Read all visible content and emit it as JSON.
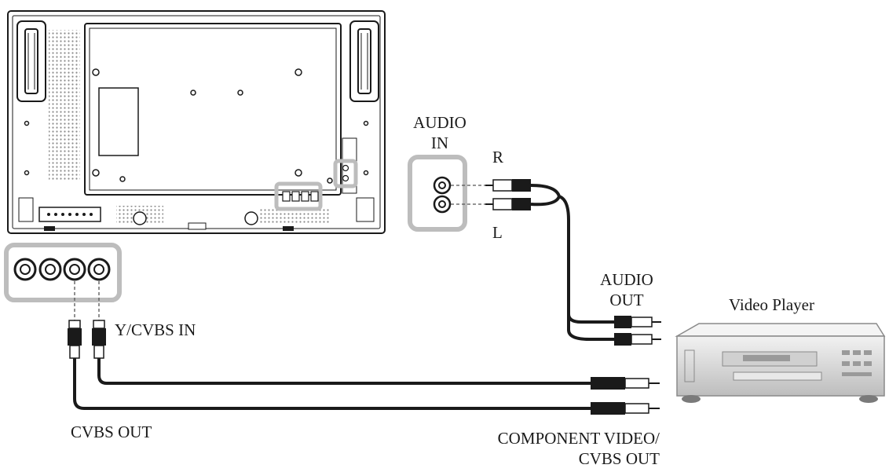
{
  "labels": {
    "audio_in_line1": "AUDIO",
    "audio_in_line2": "IN",
    "channel_r": "R",
    "channel_l": "L",
    "audio_out_line1": "AUDIO",
    "audio_out_line2": "OUT",
    "video_player": "Video Player",
    "y_cvbs_in": "Y/CVBS IN",
    "cvbs_out": "CVBS OUT",
    "component_line1": "COMPONENT VIDEO/",
    "component_line2": "CVBS OUT"
  },
  "colors": {
    "line": "#1a1a1a",
    "highlight": "#bdbdbd",
    "monitor_mesh": "#9a9a9a",
    "player_body": "#dcdcdc"
  }
}
